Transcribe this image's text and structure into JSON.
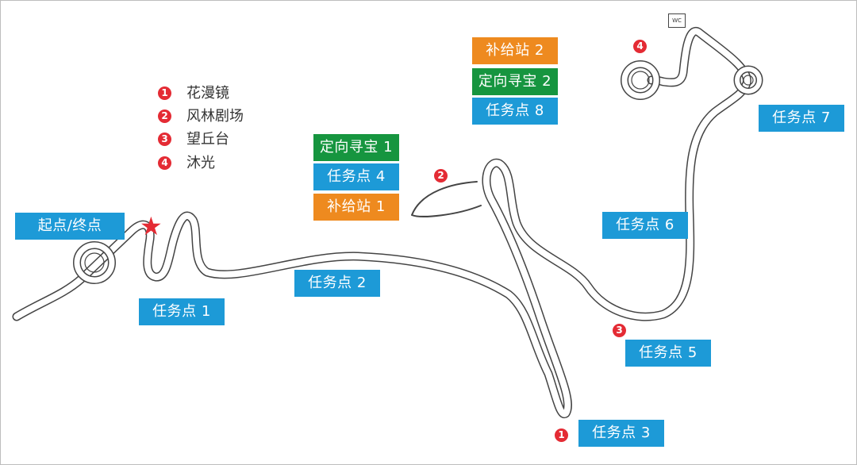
{
  "legend": [
    {
      "number": "1",
      "text": "花漫镜"
    },
    {
      "number": "2",
      "text": "风林剧场"
    },
    {
      "number": "3",
      "text": "望丘台"
    },
    {
      "number": "4",
      "text": "沐光"
    }
  ],
  "labels": {
    "start_end": "起点/终点",
    "task1": "任务点 1",
    "task2": "任务点 2",
    "task3": "任务点 3",
    "task4": "任务点 4",
    "task5": "任务点 5",
    "task6": "任务点 6",
    "task7": "任务点 7",
    "task8": "任务点 8",
    "treasure1": "定向寻宝 1",
    "treasure2": "定向寻宝 2",
    "supply1": "补给站 1",
    "supply2": "补给站 2"
  },
  "markers": {
    "m1": "1",
    "m2": "2",
    "m3": "3",
    "m4": "4"
  },
  "wc": "WC",
  "colors": {
    "task": "#1d9ad7",
    "treasure": "#16953f",
    "supply": "#ee8a1f",
    "marker": "#e42b34"
  }
}
